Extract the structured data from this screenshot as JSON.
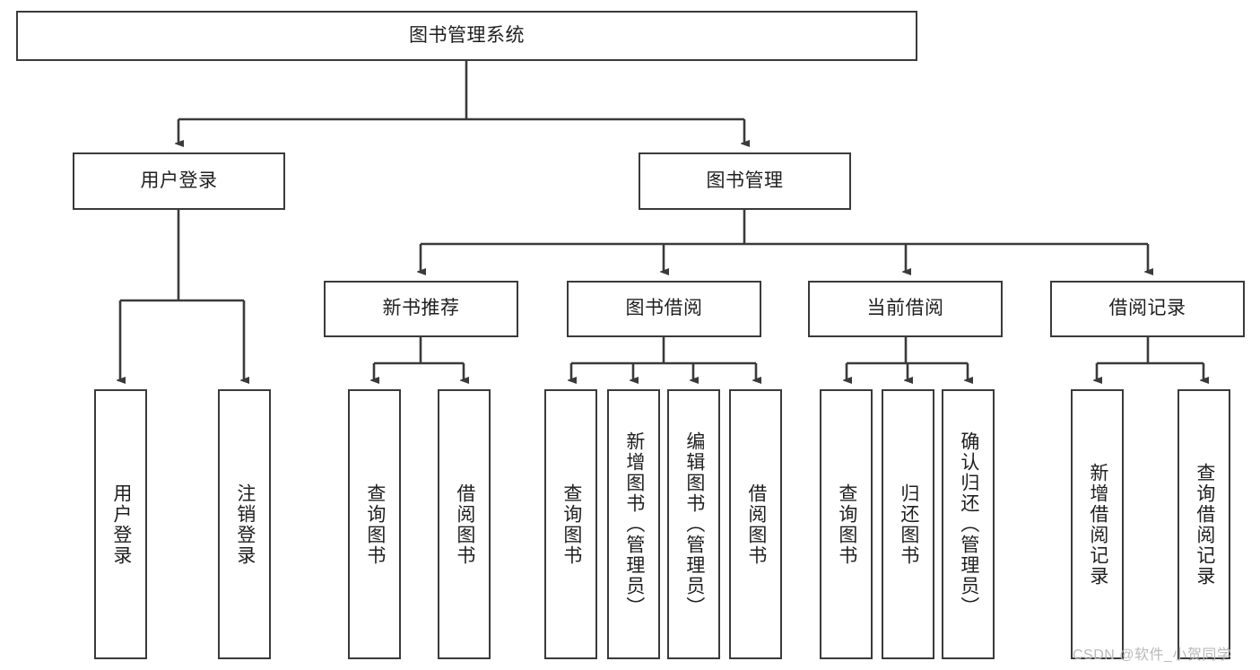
{
  "diagram": {
    "type": "tree-hierarchy-chart",
    "title": "图书管理系统",
    "stroke_color": "#3a3a3a",
    "text_color": "#1f1f1f",
    "background_color": "#ffffff",
    "watermark": "CSDN @软件_小贺同学",
    "watermark_color": "#b9b9b9",
    "levels": 4
  },
  "nodes": {
    "root": {
      "label": "图书管理系统"
    },
    "level2": [
      {
        "id": "user-login",
        "label": "用户登录"
      },
      {
        "id": "book-manage",
        "label": "图书管理"
      }
    ],
    "level3": [
      {
        "id": "new-book-recommend",
        "label": "新书推荐"
      },
      {
        "id": "book-borrow",
        "label": "图书借阅"
      },
      {
        "id": "current-borrow",
        "label": "当前借阅"
      },
      {
        "id": "borrow-record",
        "label": "借阅记录"
      }
    ],
    "leaves": {
      "user-login": [
        {
          "id": "leaf-user-login",
          "label": "用户登录"
        },
        {
          "id": "leaf-logout",
          "label": "注销登录"
        }
      ],
      "new-book-recommend": [
        {
          "id": "leaf-query-book-1",
          "label": "查询图书"
        },
        {
          "id": "leaf-borrow-book-1",
          "label": "借阅图书"
        }
      ],
      "book-borrow": [
        {
          "id": "leaf-query-book-2",
          "label": "查询图书"
        },
        {
          "id": "leaf-add-book",
          "label": "新增图书（管理员）"
        },
        {
          "id": "leaf-edit-book",
          "label": "编辑图书（管理员）"
        },
        {
          "id": "leaf-borrow-book-2",
          "label": "借阅图书"
        }
      ],
      "current-borrow": [
        {
          "id": "leaf-query-book-3",
          "label": "查询图书"
        },
        {
          "id": "leaf-return-book",
          "label": "归还图书"
        },
        {
          "id": "leaf-confirm-return",
          "label": "确认归还（管理员）"
        }
      ],
      "borrow-record": [
        {
          "id": "leaf-add-record",
          "label": "新增借阅记录"
        },
        {
          "id": "leaf-query-record",
          "label": "查询借阅记录"
        }
      ]
    }
  }
}
